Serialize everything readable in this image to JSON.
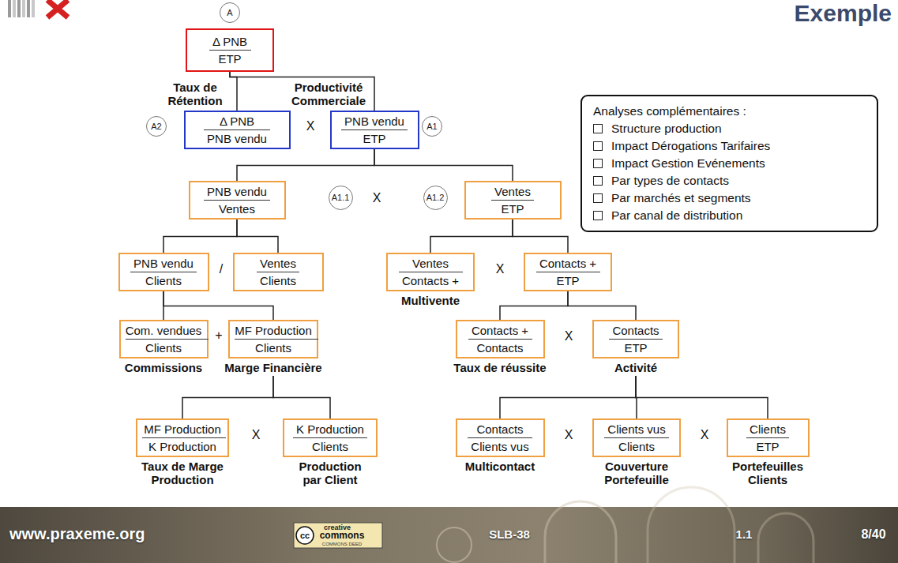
{
  "diagram": {
    "title": "Exemple",
    "nodes": [
      {
        "text": [
          "A"
        ]
      },
      {
        "text": [
          "Δ PNB",
          "ETP"
        ]
      },
      {
        "text": [
          "A2"
        ]
      },
      {
        "text": [
          "Taux de Rétention",
          "Δ PNB",
          "PNB vendu"
        ]
      },
      {
        "text": [
          "Productivité Commerciale",
          "PNB vendu",
          "ETP"
        ]
      },
      {
        "text": [
          "A1"
        ]
      },
      {
        "text": [
          "Analyses complémentaires :",
          "Structure production",
          "Impact Dérogations Tarifaires",
          "Impact Gestion Evénements",
          "Par types de contacts",
          "Par marchés et segments",
          "Par canal de distribution"
        ]
      },
      {
        "text": [
          "PNB vendu",
          "Ventes"
        ]
      },
      {
        "text": [
          "A1.1"
        ]
      },
      {
        "text": [
          "A1.2"
        ]
      },
      {
        "text": [
          "Ventes",
          "ETP"
        ]
      },
      {
        "text": [
          "PNB vendu",
          "Clients"
        ]
      },
      {
        "text": [
          "Ventes",
          "Clients"
        ]
      },
      {
        "text": [
          "Ventes",
          "Contacts +",
          "Multivente"
        ]
      },
      {
        "text": [
          "Contacts +",
          "ETP"
        ]
      },
      {
        "text": [
          "Com. vendues",
          "Clients",
          "Commissions"
        ]
      },
      {
        "text": [
          "MF Production",
          "Clients",
          "Marge Financière"
        ]
      },
      {
        "text": [
          "Contacts +",
          "Contacts",
          "Taux de réussite"
        ]
      },
      {
        "text": [
          "Contacts",
          "ETP",
          "Activité"
        ]
      },
      {
        "text": [
          "MF Production",
          "K Production",
          "Taux de Marge Production"
        ]
      },
      {
        "text": [
          "K Production",
          "Clients",
          "Production par Client"
        ]
      },
      {
        "text": [
          "Contacts",
          "Clients vus",
          "Multicontact"
        ]
      },
      {
        "text": [
          "Clients vus",
          "Clients",
          "Couverture Portefeuille"
        ]
      },
      {
        "text": [
          "Clients",
          "ETP",
          "Portefeuilles Clients"
        ]
      }
    ],
    "edges": [
      {
        "from": 1,
        "to": 3,
        "arrow": "none"
      },
      {
        "from": 1,
        "to": 4,
        "arrow": "none"
      },
      {
        "from": 4,
        "to": 7,
        "arrow": "none"
      },
      {
        "from": 4,
        "to": 10,
        "arrow": "none"
      },
      {
        "from": 7,
        "to": 11,
        "arrow": "none"
      },
      {
        "from": 7,
        "to": 12,
        "arrow": "none"
      },
      {
        "from": 10,
        "to": 13,
        "arrow": "none"
      },
      {
        "from": 10,
        "to": 14,
        "arrow": "none"
      },
      {
        "from": 11,
        "to": 15,
        "arrow": "none"
      },
      {
        "from": 11,
        "to": 16,
        "arrow": "none"
      },
      {
        "from": 14,
        "to": 17,
        "arrow": "none"
      },
      {
        "from": 14,
        "to": 18,
        "arrow": "none"
      },
      {
        "from": 16,
        "to": 19,
        "arrow": "none"
      },
      {
        "from": 16,
        "to": 20,
        "arrow": "none"
      },
      {
        "from": 18,
        "to": 21,
        "arrow": "none"
      },
      {
        "from": 18,
        "to": 22,
        "arrow": "none"
      },
      {
        "from": 18,
        "to": 23,
        "arrow": "none"
      }
    ],
    "labels": [
      "X",
      "X",
      "/",
      "X",
      "+",
      "X",
      "X",
      "X",
      "X",
      "www.praxeme.org",
      "cc",
      "creative",
      "commons",
      "COMMONS DEED",
      "SLB-38",
      "1.1",
      "8/40"
    ]
  }
}
